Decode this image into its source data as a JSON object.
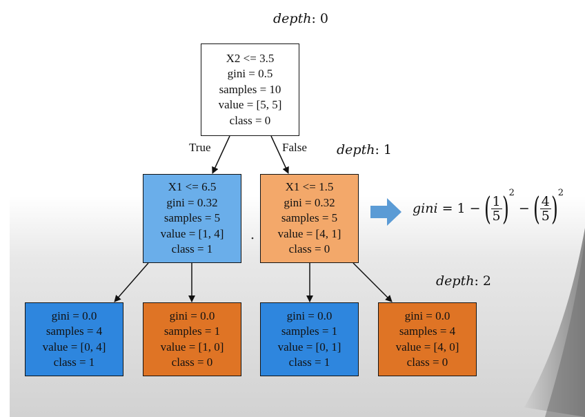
{
  "depth_labels": {
    "d0": {
      "word": "depth",
      "value": ": 0"
    },
    "d1": {
      "word": "depth",
      "value": ": 1"
    },
    "d2": {
      "word": "depth",
      "value": ": 2"
    }
  },
  "edges": {
    "true_label": "True",
    "false_label": "False"
  },
  "nodes": {
    "root": [
      "X2 <= 3.5",
      "gini = 0.5",
      "samples = 10",
      "value = [5, 5]",
      "class = 0"
    ],
    "left": [
      "X1 <= 6.5",
      "gini = 0.32",
      "samples = 5",
      "value = [1, 4]",
      "class = 1"
    ],
    "right": [
      "X1 <= 1.5",
      "gini = 0.32",
      "samples = 5",
      "value = [4, 1]",
      "class = 0"
    ],
    "ll": [
      "gini = 0.0",
      "samples = 4",
      "value = [0, 4]",
      "class = 1"
    ],
    "lr": [
      "gini = 0.0",
      "samples = 1",
      "value = [1, 0]",
      "class = 0"
    ],
    "rl": [
      "gini = 0.0",
      "samples = 1",
      "value = [0, 1]",
      "class = 1"
    ],
    "rr": [
      "gini = 0.0",
      "samples = 4",
      "value = [4, 0]",
      "class = 0"
    ]
  },
  "formula": {
    "lhs": "gini",
    "eq": "= 1 −",
    "minus": "−",
    "frac1": {
      "num": "1",
      "den": "5"
    },
    "frac2": {
      "num": "4",
      "den": "5"
    },
    "exp": "2"
  },
  "colors": {
    "class_1_pure": "#2e86de",
    "class_0_pure": "#df7425",
    "class_1_mixed": "#6aaeea",
    "class_0_mixed": "#f3a86a",
    "arrow": "#5b9bd5"
  }
}
